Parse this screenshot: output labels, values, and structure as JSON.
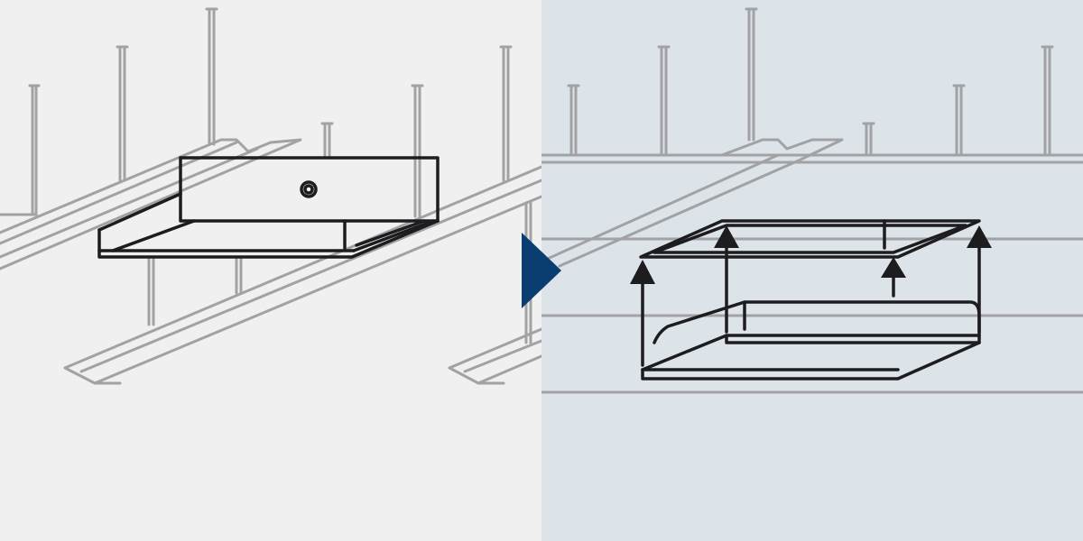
{
  "colors": {
    "left_background": "#f0f0f0",
    "right_background": "#dce3e9",
    "rack_line": "#a2a2a4",
    "drawing_line": "#1d1d1f",
    "step_arrow": "#0a3d72"
  },
  "steps": [
    {
      "id": "step-1",
      "depicts": "cutlery-tray-in-dishwasher-rack"
    },
    {
      "id": "step-2",
      "depicts": "lift-tray-insert-out-of-tray"
    }
  ],
  "icons": {
    "step_separator": "play-arrow-icon",
    "lift_direction": "up-arrow-icon"
  }
}
